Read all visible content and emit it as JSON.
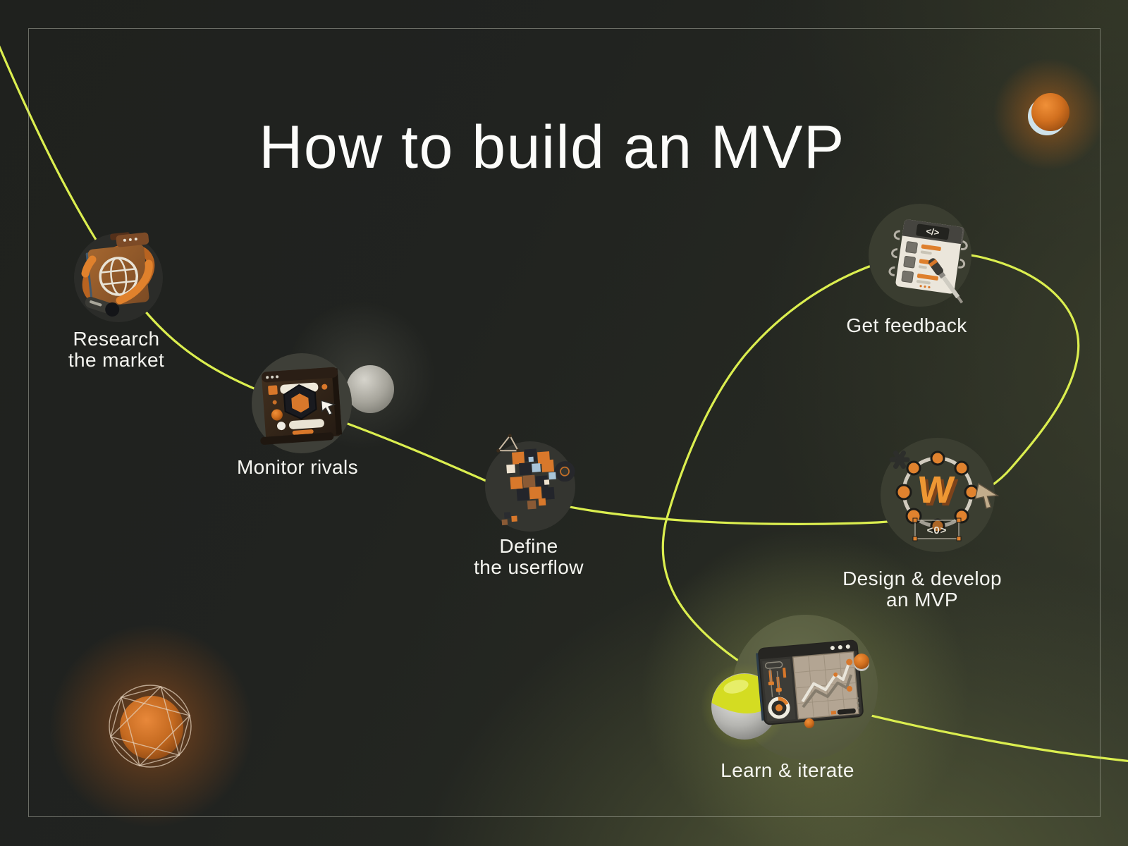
{
  "title": "How to build an MVP",
  "steps": [
    {
      "label": "Research\nthe market",
      "icon": "browser-globe-icon"
    },
    {
      "label": "Monitor rivals",
      "icon": "app-window-cursor-icon"
    },
    {
      "label": "Define\nthe userflow",
      "icon": "voxel-cube-icon"
    },
    {
      "label": "Get feedback",
      "icon": "code-survey-icon"
    },
    {
      "label": "Design & develop\nan MVP",
      "icon": "w-design-ring-icon"
    },
    {
      "label": "Learn & iterate",
      "icon": "analytics-dashboard-icon"
    }
  ],
  "icon_glyphs": {
    "code_badge": "</>",
    "selection_tag": "<0>",
    "w_letter": "W"
  },
  "decorations": [
    "orange-sphere",
    "stone-sphere",
    "yellow-silver-sphere",
    "wireframe-caged-sphere"
  ],
  "colors": {
    "background": "#23251f",
    "accent_line": "#dbee4f",
    "orange": "#dd7e2c",
    "text": "#f5f5f0"
  }
}
